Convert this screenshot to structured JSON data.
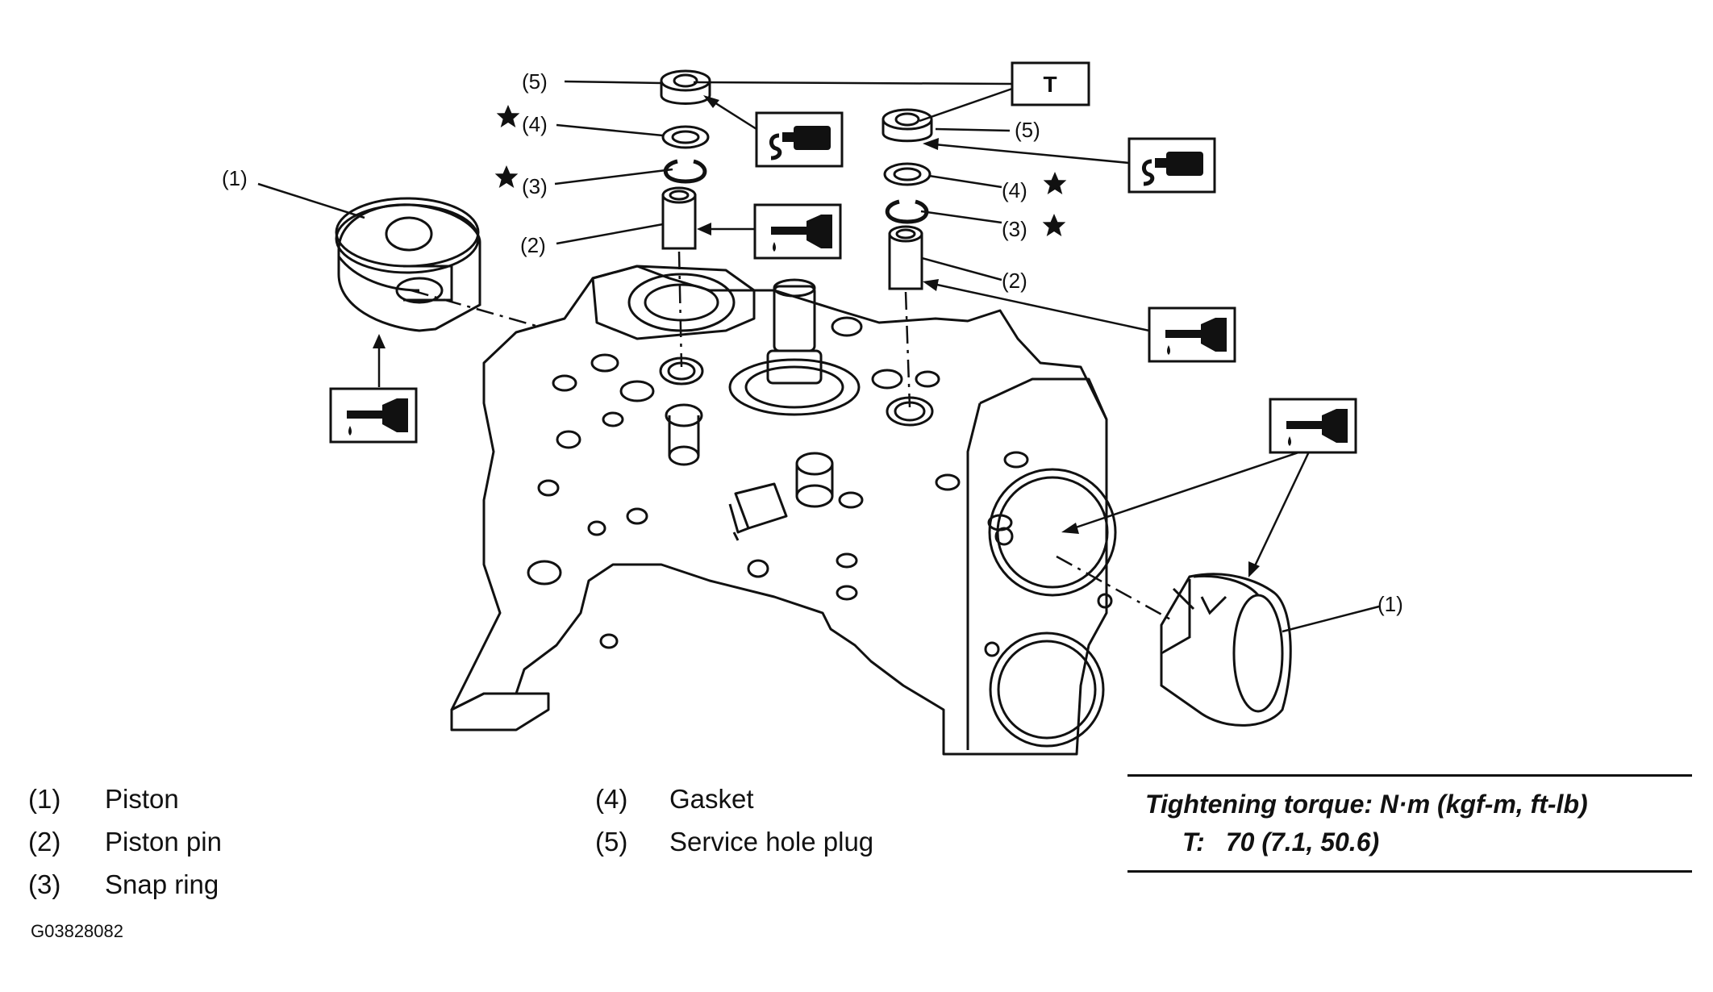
{
  "callouts": {
    "piston": "(1)",
    "piston_pin": "(2)",
    "snap_ring": "(3)",
    "gasket": "(4)",
    "service_hole_plug": "(5)",
    "torque_tag": "T"
  },
  "icons": {
    "star": "star-icon",
    "oil": "oil-can-icon",
    "sealant": "sealant-tube-icon"
  },
  "legend": [
    {
      "num": "(1)",
      "text": "Piston"
    },
    {
      "num": "(2)",
      "text": "Piston pin"
    },
    {
      "num": "(3)",
      "text": "Snap ring"
    },
    {
      "num": "(4)",
      "text": "Gasket"
    },
    {
      "num": "(5)",
      "text": "Service hole plug"
    }
  ],
  "torque": {
    "heading": "Tightening torque: N·m (kgf-m, ft-lb)",
    "label": "T:",
    "value": "70 (7.1, 50.6)"
  },
  "figure_code": "G03828082"
}
